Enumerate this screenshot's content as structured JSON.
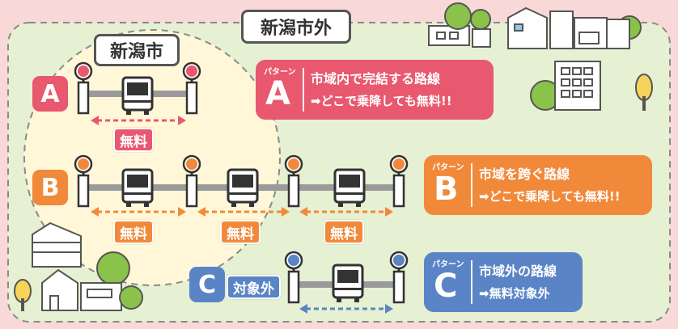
{
  "outer_label": "新潟市外",
  "inner_label": "新潟市",
  "colors": {
    "background": "#f9d8d8",
    "outer_fill": "#e6f0d2",
    "inner_fill": "#fff7d8",
    "pattern_a": "#e8586e",
    "pattern_b": "#f1893a",
    "pattern_c": "#5a84c6",
    "rail": "#9a9a9a"
  },
  "patterns": {
    "a": {
      "letter": "A",
      "tag": "パターン",
      "title": "市域内で完結する路線",
      "note": "➡どこで乗降しても無料!!"
    },
    "b": {
      "letter": "B",
      "tag": "パターン",
      "title": "市域を跨ぐ路線",
      "note": "➡どこで乗降しても無料!!"
    },
    "c": {
      "letter": "C",
      "tag": "パターン",
      "title": "市域外の路線",
      "note": "➡無料対象外"
    }
  },
  "free_label": "無料",
  "excluded_label": "対象外",
  "icons": [
    "bus-stop-icon",
    "bus-icon",
    "house-icon",
    "building-icon",
    "tree-icon",
    "double-arrow-icon"
  ]
}
